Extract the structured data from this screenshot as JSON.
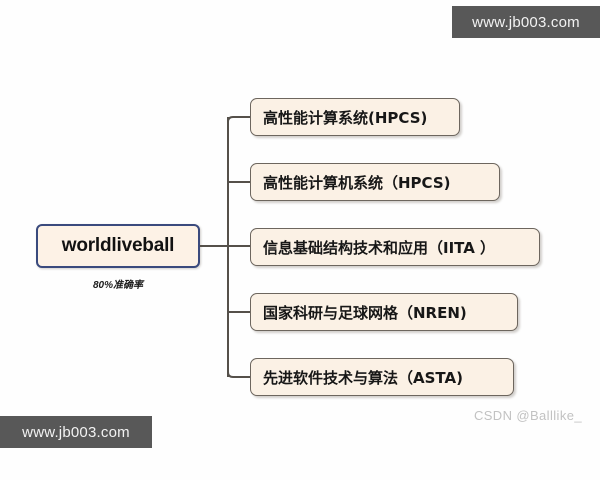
{
  "diagram": {
    "root": {
      "label": "worldliveball",
      "subtitle": "80%准确率",
      "border_color": "#3a4a7d",
      "fill_color": "#fdf2e6"
    },
    "children": [
      {
        "label": "高性能计算系统(HPCS)"
      },
      {
        "label": "高性能计算机系统（HPCS)"
      },
      {
        "label": "信息基础结构技术和应用（IITA ）"
      },
      {
        "label": "国家科研与足球网格（NREN)"
      },
      {
        "label": "先进软件技术与算法（ASTA)"
      }
    ],
    "child_fill_color": "#fbf1e5",
    "child_border_color": "#6d665e",
    "connector_color": "#55504a"
  },
  "watermarks": {
    "top": "www.jb003.com",
    "bottom": "www.jb003.com",
    "background_color": "#585858"
  },
  "credit": {
    "text": "CSDN @Balllike_"
  }
}
